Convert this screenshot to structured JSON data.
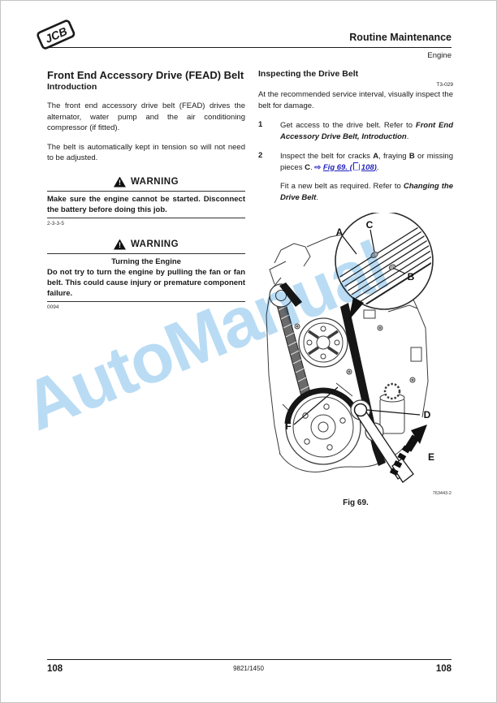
{
  "header": {
    "brand": "JCB",
    "title": "Routine Maintenance",
    "subtitle": "Engine"
  },
  "left_column": {
    "title": "Front End Accessory Drive (FEAD) Belt",
    "intro_heading": "Introduction",
    "para1": "The front end accessory drive belt (FEAD) drives the alternator, water pump and the air conditioning compressor (if fitted).",
    "para2": "The belt is automatically kept in tension so will not need to be adjusted.",
    "warning1": {
      "label": "WARNING",
      "icon_mark": "!",
      "body": "Make sure the engine cannot be started. Disconnect the battery before doing this job.",
      "code": "2-3-3-5"
    },
    "warning2": {
      "label": "WARNING",
      "icon_mark": "!",
      "subtitle": "Turning the Engine",
      "body": "Do not try to turn the engine by pulling the fan or fan belt. This could cause injury or premature component failure.",
      "code": "0094"
    }
  },
  "right_column": {
    "title": "Inspecting the Drive Belt",
    "code": "T3-029",
    "para1": "At the recommended service interval, visually inspect the belt for damage.",
    "step1": {
      "num": "1",
      "text": "Get access to the drive belt. Refer to ",
      "ref": "Front End Accessory Drive Belt, Introduction",
      "tail": "."
    },
    "step2": {
      "num": "2",
      "t1": "Inspect the belt for cracks ",
      "b1": "A",
      "t2": ", fraying ",
      "b2": "B",
      "t3": " or missing pieces ",
      "b3": "C",
      "t4": ". ",
      "link_arrow": "⇨ ",
      "link_pre": "Fig 69. (",
      "link_page": "108",
      "link_close": ")",
      "tail": "."
    },
    "para2": {
      "text": "Fit a new belt as required. Refer to ",
      "ref": "Changing the Drive Belt",
      "tail": "."
    },
    "figure": {
      "caption": "Fig 69.",
      "artwork_no": "763443-2",
      "labels": {
        "a": "A",
        "b": "B",
        "c": "C",
        "d": "D",
        "e": "E",
        "f": "F"
      }
    }
  },
  "footer": {
    "page_left": "108",
    "doc_no": "9821/1450",
    "page_right": "108"
  },
  "watermark": "AutoManual",
  "colors": {
    "link_blue": "#2222bb",
    "watermark_blue": "#b9dcf4"
  }
}
